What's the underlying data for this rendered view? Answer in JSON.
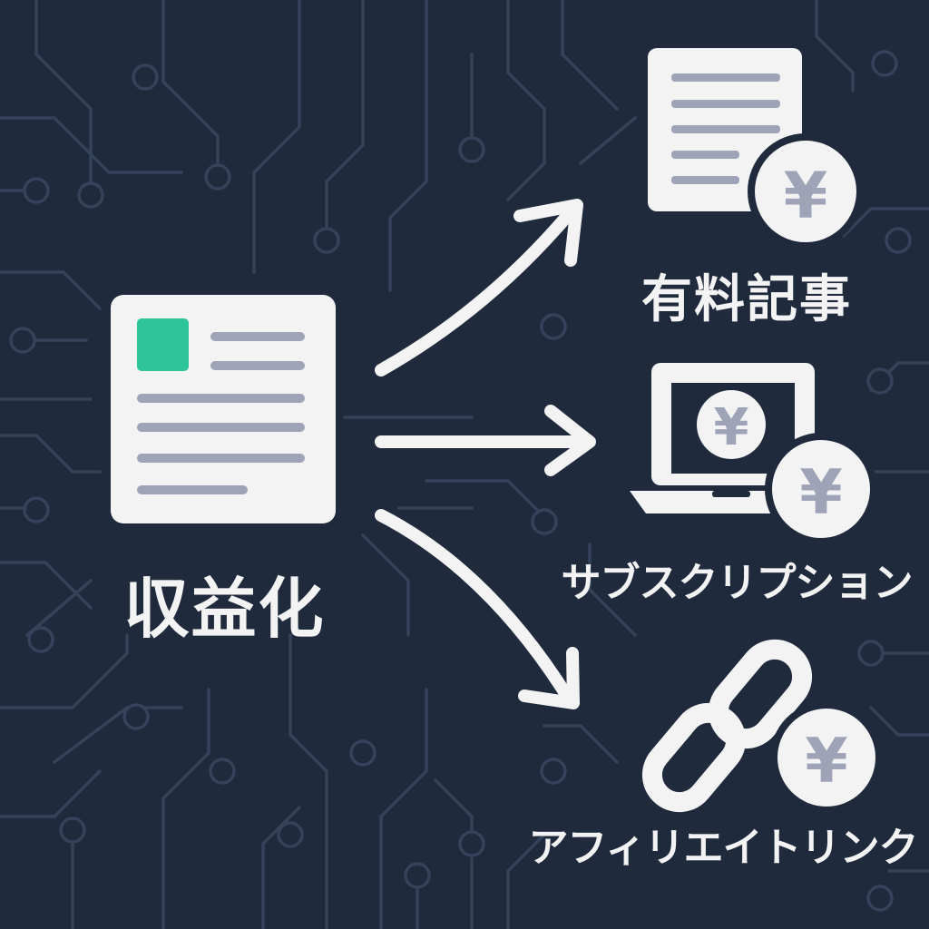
{
  "source": {
    "label": "収益化"
  },
  "outputs": [
    {
      "label": "有料記事",
      "icon": "paid-article-yen-icon"
    },
    {
      "label": "サブスクリプション",
      "icon": "laptop-yen-icon"
    },
    {
      "label": "アフィリエイトリンク",
      "icon": "link-yen-icon"
    }
  ],
  "currency_symbol": "¥",
  "colors": {
    "background": "#1f2a3d",
    "circuit": "#34425a",
    "foreground": "#f3f3f3",
    "accent": "#2fc59a",
    "muted": "#9ea3b8"
  }
}
